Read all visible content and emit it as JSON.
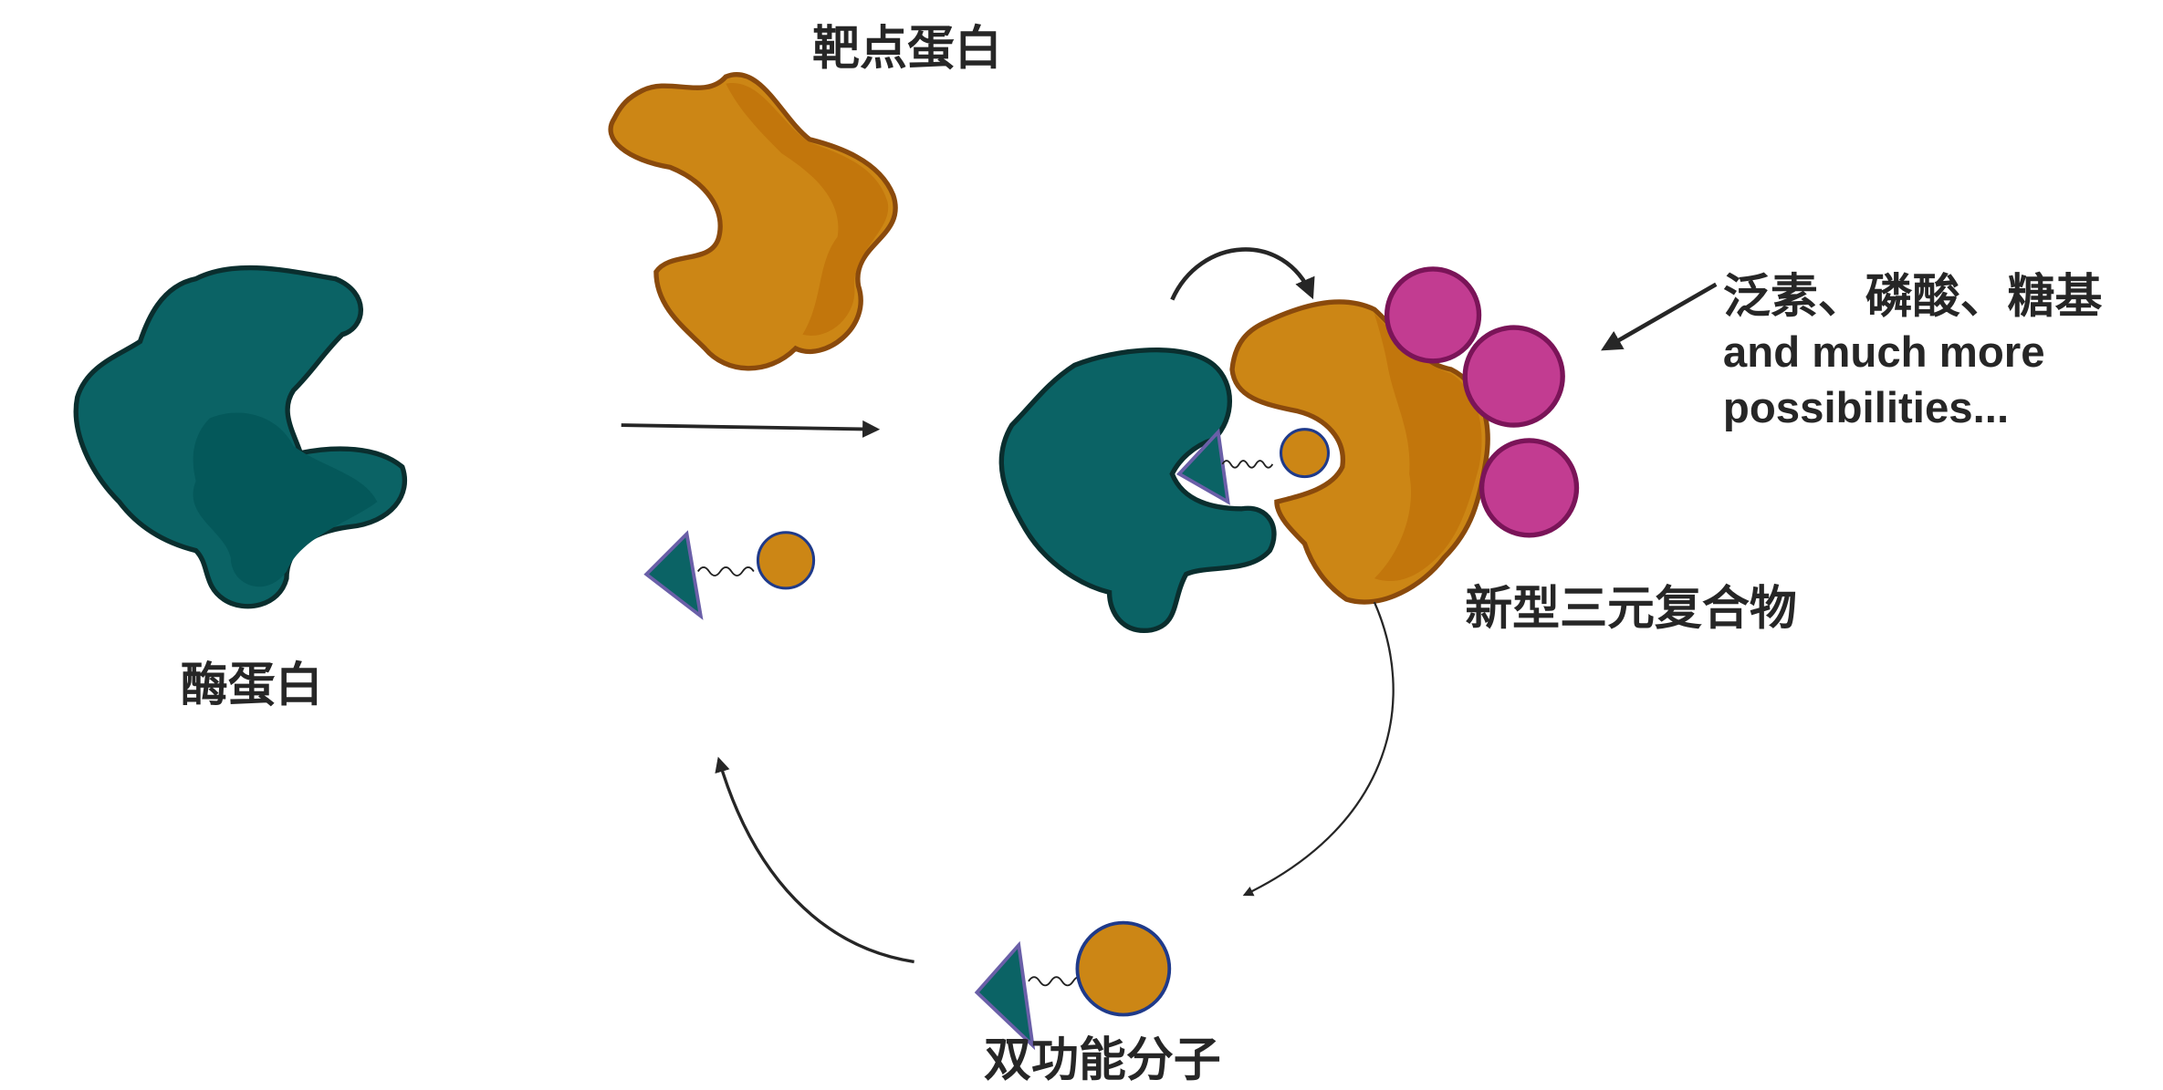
{
  "labels": {
    "target_protein": "靶点蛋白",
    "enzyme_protein": "酶蛋白",
    "ternary_complex": "新型三元复合物",
    "bifunctional_molecule": "双功能分子",
    "modifications_line1": "泛素、磷酸、糖基",
    "modifications_line2": "and much more",
    "modifications_line3": "possibilities..."
  },
  "colors": {
    "enzyme": "#0b6365",
    "target": "#cc8615",
    "modification": "#c23c91",
    "ligand_outline": "#1f3a8a",
    "triangle_outline": "#6a5fa8",
    "text": "#262626"
  }
}
